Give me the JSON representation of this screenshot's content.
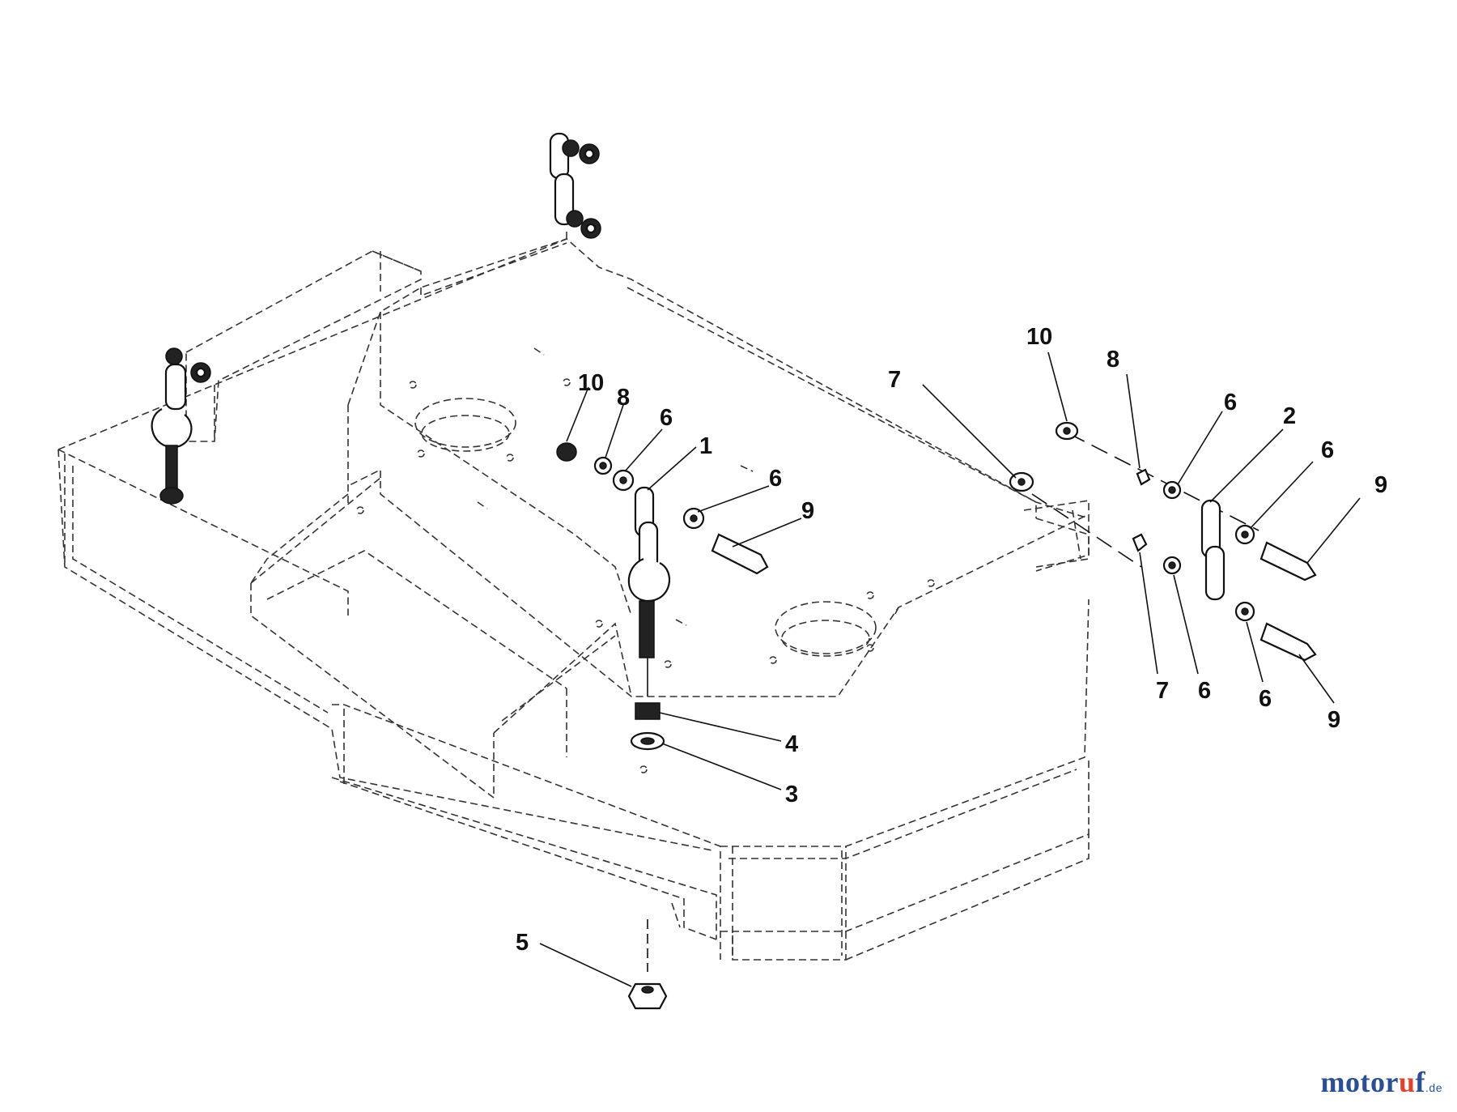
{
  "callouts": {
    "c1": "1",
    "c2": "2",
    "c3": "3",
    "c4": "4",
    "c5": "5",
    "c6": "6",
    "c7": "7",
    "c8": "8",
    "c9": "9",
    "c10": "10"
  },
  "logo": {
    "brand_a": "motor",
    "brand_b": "u",
    "brand_c": "f",
    "tld": ".de"
  },
  "colors": {
    "line": "#222222",
    "logo_blue": "#2a4f93",
    "logo_red": "#e0432b"
  }
}
